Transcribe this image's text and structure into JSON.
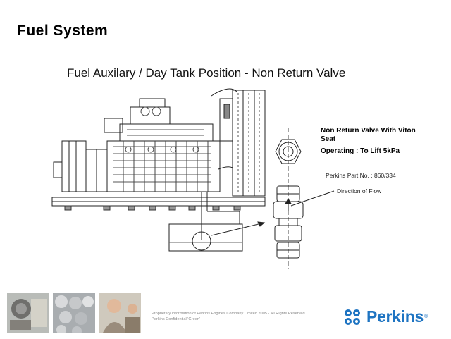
{
  "slide": {
    "title": "Fuel System"
  },
  "diagram": {
    "title": "Fuel Auxilary / Day Tank Position - Non Return Valve",
    "callout_valve": "Non Return Valve With Viton Seat",
    "callout_operating": "Operating : To Lift 5kPa",
    "part_number": "Perkins Part No. : 860/334",
    "flow_label": "Direction of Flow"
  },
  "footer": {
    "line1": "Proprietary information of Perkins Engines Company Limited 2005 - All Rights Reserved",
    "line2": "Perkins Confidential 'Green'",
    "logo_text": "Perkins",
    "logo_mark": "®"
  },
  "colors": {
    "brand_blue": "#1e74c2",
    "line": "#222222",
    "footer_text": "#8a8a8a"
  }
}
